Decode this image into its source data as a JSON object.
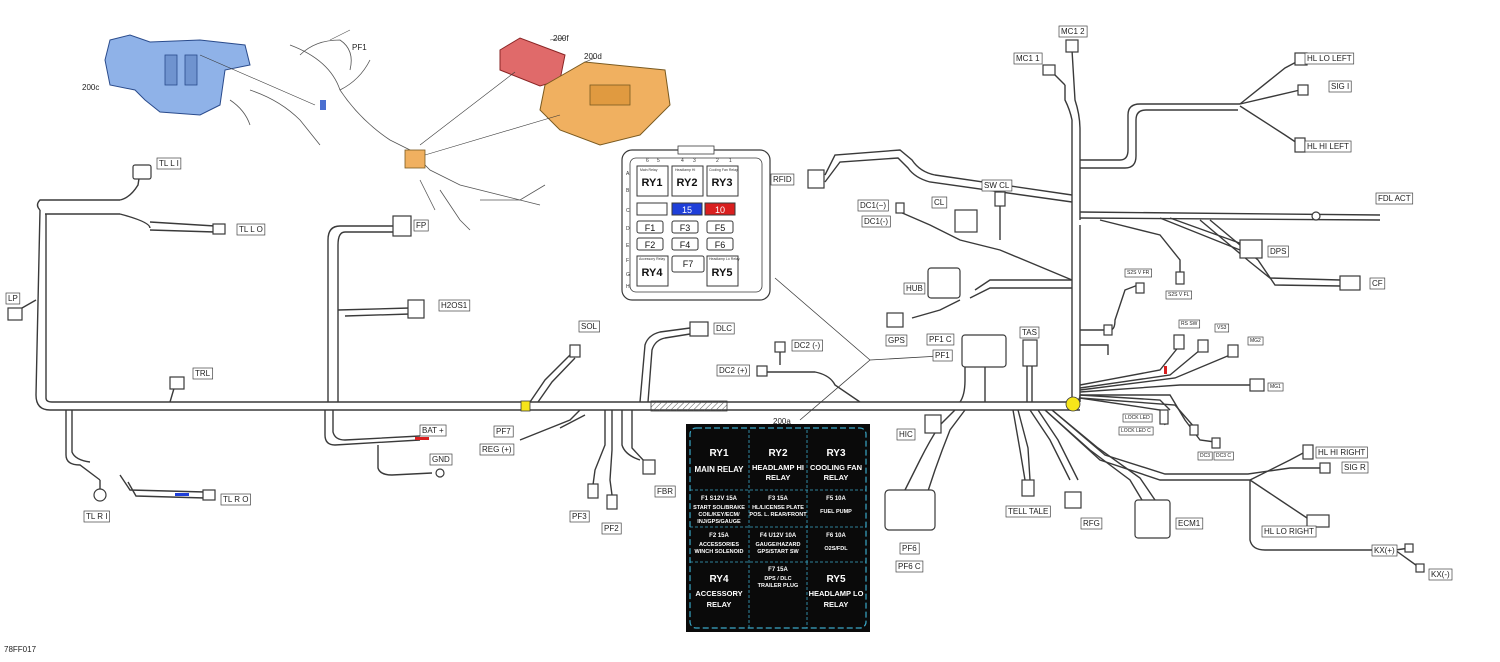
{
  "figure_code": "78FF017",
  "callouts": {
    "c200c": "200c",
    "c200f": "200f",
    "c200d": "200d",
    "c200a": "200a",
    "pf1_top": "PF1"
  },
  "connectors": {
    "tl_l1": "TL L I",
    "tl_l0": "TL L O",
    "lp": "LP",
    "trl": "TRL",
    "tl_r1": "TL R I",
    "tl_r0": "TL R O",
    "fp": "FP",
    "h2os1": "H2OS1",
    "sol": "SOL",
    "bat_plus": "BAT +",
    "gnd": "GND",
    "pf7": "PF7",
    "reg_plus": "REG (+)",
    "pf3": "PF3",
    "pf2": "PF2",
    "fbr": "FBR",
    "dlc": "DLC",
    "dc2_minus": "DC2 (-)",
    "dc2_plus": "DC2 (+)",
    "rfid": "RFID",
    "dc1_minus": "DC1(−)",
    "dc1_plus": "DC1(-)",
    "cl": "CL",
    "sw_cl": "SW CL",
    "hub": "HUB",
    "gps": "GPS",
    "pf1_c": "PF1 C",
    "pf1": "PF1",
    "tas": "TAS",
    "hic": "HIC",
    "pf6": "PF6",
    "pf6_c": "PF6 C",
    "tell_tale": "TELL TALE",
    "rfg": "RFG",
    "ecm1": "ECM1",
    "mc1_2": "MC1 2",
    "mc1_1": "MC1 1",
    "hl_lo_left": "HL LO LEFT",
    "sig_l": "SIG I",
    "hl_hi_left": "HL HI LEFT",
    "fdl_act": "FDL ACT",
    "dps": "DPS",
    "cf": "CF",
    "s2s_v_fr": "S2S V FR",
    "s2s_v_fl": "S2S V FL",
    "rs_sw": "RS SW",
    "vs3": "VS3",
    "mg2": "MG2",
    "mg1": "MG1",
    "lock_led": "LOCK LED",
    "lock_led_c": "LOCK LED C",
    "dc3": "DC3",
    "dc3_c": "DC3 C",
    "hl_hi_right": "HL HI RIGHT",
    "sig_r": "SIG R",
    "hl_lo_right": "HL LO RIGHT",
    "kx_plus": "KX(+)",
    "kx_minus": "KX(-)"
  },
  "fuse_box": {
    "cols_top": [
      "6",
      "5",
      "4",
      "3",
      "2",
      "1"
    ],
    "rows_side": [
      "A",
      "B",
      "C",
      "D",
      "E",
      "F",
      "G",
      "H"
    ],
    "relays_top": [
      "RY1",
      "RY2",
      "RY3"
    ],
    "relays_top_small": [
      "Main Relay",
      "Headlamp Hi",
      "Cooling Fan Relay"
    ],
    "fuses_a": [
      "F1",
      "F3",
      "F5"
    ],
    "fuses_b": [
      "F2",
      "F4",
      "F6"
    ],
    "f7": "F7",
    "ry4": "RY4",
    "ry5": "RY5",
    "ry4_small": "Accessory Relay",
    "ry5_small": "Headlamp Lo Relay",
    "spare_15": "15",
    "spare_10": "10",
    "color_15": "#1f3fd9",
    "color_10": "#d91f1f"
  },
  "fuse_label": {
    "ry1": "RY1",
    "ry1_name": "MAIN RELAY",
    "ry2": "RY2",
    "ry2_name1": "HEADLAMP HI",
    "ry2_name2": "RELAY",
    "ry3": "RY3",
    "ry3_name1": "COOLING FAN",
    "ry3_name2": "RELAY",
    "f1_head": "F1   S12V   15A",
    "f1_l1": "START SOL/BRAKE",
    "f1_l2": "COIL/KEY/ECM/",
    "f1_l3": "INJ/GPS/GAUGE",
    "f3_head": "F3                15A",
    "f3_l1": "HL/LICENSE PLATE",
    "f3_l2": "POS. L. REAR/FRONT",
    "f5_head": "F5              10A",
    "f5_l1": "FUEL PUMP",
    "f2_head": "F2              15A",
    "f2_l1": "ACCESSORIES",
    "f2_l2": "WINCH SOLENOID",
    "f4_head": "F4   U12V   10A",
    "f4_l1": "GAUGE/HAZARD",
    "f4_l2": "GPS/START SW",
    "f6_head": "F6              10A",
    "f6_l1": "O2S/FDL",
    "f7_head": "F7                15A",
    "f7_l1": "DPS / DLC",
    "f7_l2": "TRAILER PLUG",
    "ry4": "RY4",
    "ry4_name1": "ACCESSORY",
    "ry4_name2": "RELAY",
    "ry5": "RY5",
    "ry5_name1": "HEADLAMP LO",
    "ry5_name2": "RELAY"
  },
  "colors": {
    "wire": "#3a3a3a",
    "bracket_blue": "#8fb2e8",
    "cover_red": "#e06a6a",
    "box_orange": "#f0b060",
    "label_bg": "#0a0a0a",
    "label_accent": "#3aa8c8",
    "marker_yellow": "#f6e51a"
  }
}
